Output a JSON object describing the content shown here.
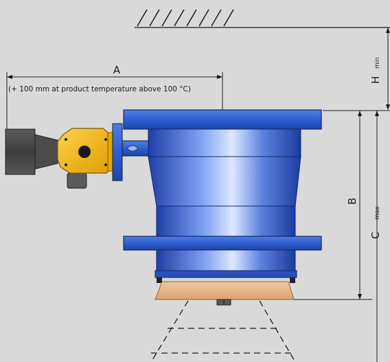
{
  "dimensions": {
    "a_label": "A",
    "a_note": "(+ 100 mm at product temperature above 100 °C)",
    "b_label": "B",
    "c_label": "C",
    "c_subscript": "max",
    "h_label": "H",
    "h_subscript": "min"
  },
  "colors": {
    "background": "#d9d9d9",
    "valve_body": "#2f5fd0",
    "actuator": "#f0b400",
    "motor": "#4a4a4a",
    "sealing_plate": "#e6b98a",
    "line": "#1a1a1a"
  }
}
